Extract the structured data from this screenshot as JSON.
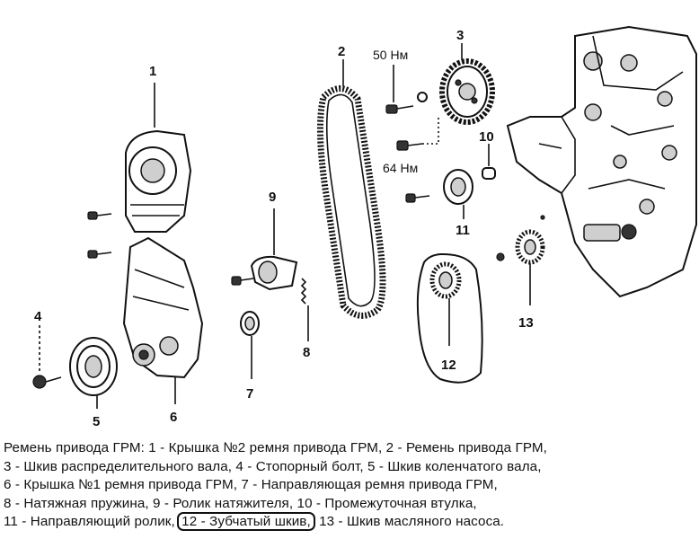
{
  "diagram": {
    "part_labels": [
      "1",
      "2",
      "3",
      "4",
      "5",
      "6",
      "7",
      "8",
      "9",
      "10",
      "11",
      "12",
      "13"
    ],
    "torque_labels": [
      "50 Нм",
      "64 Нм"
    ]
  },
  "caption": {
    "line1": "Ремень привода ГРМ: 1 - Крышка №2 ремня привода ГРМ, 2 - Ремень привода ГРМ,",
    "line2": "3 - Шкив распределительного вала, 4 - Стопорный болт, 5 - Шкив коленчатого вала,",
    "line3": "6 - Крышка №1 ремня привода ГРМ, 7 - Направляющая ремня привода ГРМ,",
    "line4": "8 - Натяжная пружина, 9 - Ролик натяжителя, 10 - Промежуточная втулка,",
    "line5_start": "11 - Направляющий ролик,",
    "line5_circled": "12 - Зубчатый шкив,",
    "line5_end": "13 - Шкив масляного насоса."
  }
}
